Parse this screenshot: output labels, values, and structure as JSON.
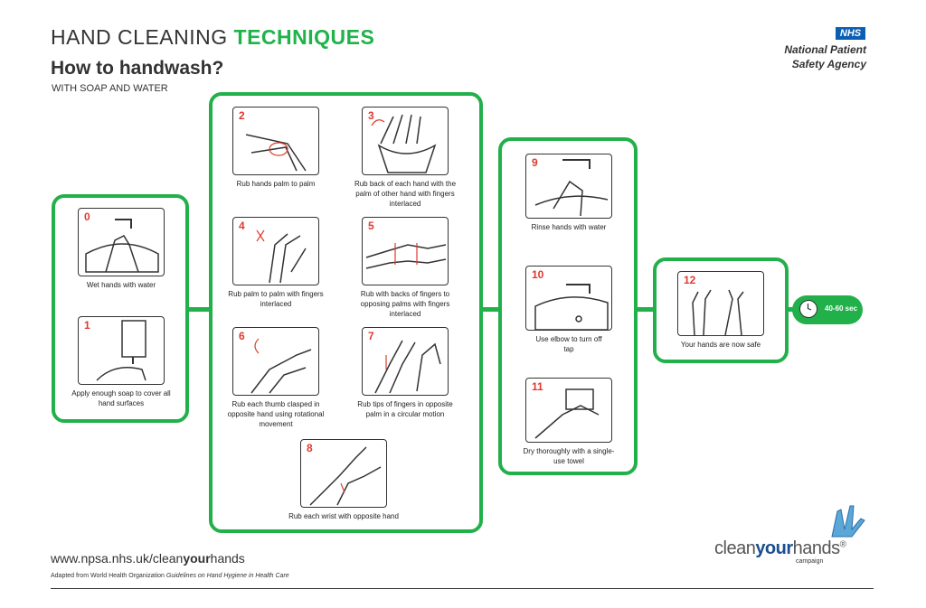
{
  "header": {
    "title_part1": "HAND CLEANING ",
    "title_part2": "TECHNIQUES",
    "subtitle": "How to handwash?",
    "subsubtitle": "WITH SOAP AND WATER"
  },
  "nhs": {
    "badge": "NHS",
    "line1": "National Patient",
    "line2": "Safety Agency"
  },
  "steps": [
    {
      "num": "0",
      "caption": "Wet hands with water"
    },
    {
      "num": "1",
      "caption": "Apply enough soap to cover all hand surfaces"
    },
    {
      "num": "2",
      "caption": "Rub hands palm to palm"
    },
    {
      "num": "3",
      "caption": "Rub back of each hand with the palm of other hand with fingers interlaced"
    },
    {
      "num": "4",
      "caption": "Rub palm to palm with fingers interlaced"
    },
    {
      "num": "5",
      "caption": "Rub with backs of fingers to opposing palms with fingers interlaced"
    },
    {
      "num": "6",
      "caption": "Rub each thumb clasped in opposite hand using rotational movement"
    },
    {
      "num": "7",
      "caption": "Rub tips of fingers in opposite palm in a circular motion"
    },
    {
      "num": "8",
      "caption": "Rub each wrist with opposite hand"
    },
    {
      "num": "9",
      "caption": "Rinse hands with water"
    },
    {
      "num": "10",
      "caption": "Use elbow to turn off tap"
    },
    {
      "num": "11",
      "caption": "Dry thoroughly with a single-use towel"
    },
    {
      "num": "12",
      "caption": "Your hands are now safe"
    }
  ],
  "timer": {
    "label": "40-60 sec"
  },
  "footer": {
    "url_prefix": "www.npsa.nhs.uk/clean",
    "url_bold": "your",
    "url_suffix": "hands",
    "note_prefix": "Adapted from World Health Organization ",
    "note_italic": "Guidelines on Hand Hygiene in Health Care"
  },
  "logo": {
    "part1": "clean",
    "part2": "your",
    "part3": "hands",
    "reg": "®",
    "campaign": "campaign"
  },
  "colors": {
    "accent": "#22b04b",
    "nhs_blue": "#0a5eb3",
    "step_number": "#e03a2f"
  }
}
